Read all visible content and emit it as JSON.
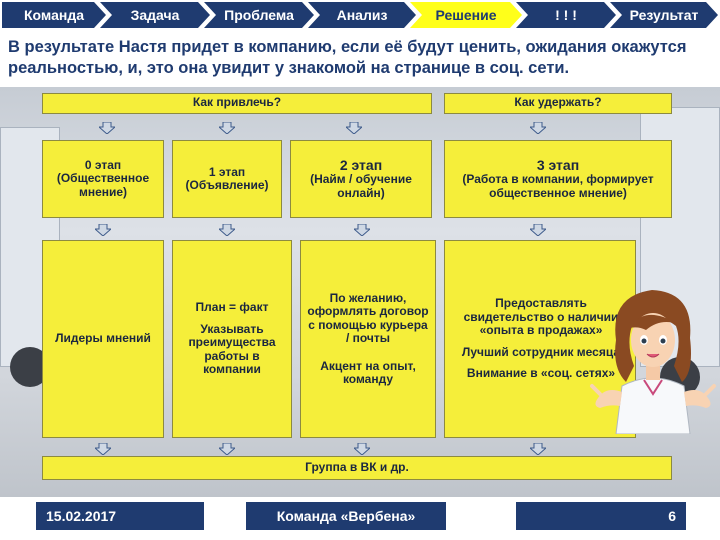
{
  "nav": {
    "steps": [
      {
        "label": "Команда"
      },
      {
        "label": "Задача"
      },
      {
        "label": "Проблема"
      },
      {
        "label": "Анализ"
      },
      {
        "label": "Решение",
        "active": true
      },
      {
        "label": "! ! !"
      },
      {
        "label": "Результат"
      }
    ]
  },
  "heading": "В результате Настя придет в компанию, если её будут ценить, ожидания окажутся реальностью, и, это она увидит у знакомой на странице в соц. сети.",
  "headers": {
    "attract": "Как привлечь?",
    "retain": "Как удержать?"
  },
  "stages": {
    "s0": {
      "line1": "0 этап",
      "line2": "(Общественное мнение)"
    },
    "s1": {
      "line1": "1 этап",
      "line2": "(Объявление)"
    },
    "s2": {
      "line1": "2 этап",
      "line2": "(Найм / обучение онлайн)"
    },
    "s3": {
      "line1": "3 этап",
      "line2": "(Работа в компании, формирует общественное мнение)"
    }
  },
  "details": {
    "c0": {
      "text": "Лидеры мнений"
    },
    "c1": {
      "p1": "План = факт",
      "p2": "Указывать преимущества работы в компании"
    },
    "c2": {
      "p1": "По желанию, оформлять договор с помощью курьера / почты",
      "p2": "Акцент на опыт, команду"
    },
    "c3": {
      "p1": "Предоставлять свидетельство о наличии «опыта в продажах»",
      "p2": "Лучший сотрудник месяца",
      "p3": "Внимание в «соц. сетях»"
    }
  },
  "bottom": "Группа в ВК и др.",
  "footer": {
    "date": "15.02.2017",
    "team": "Команда «Вербена»",
    "page": "6"
  },
  "colors": {
    "navy": "#1f3b70",
    "yellow_box": "#f5ee3a",
    "active_step": "#ffff1a",
    "arrow_fill": "#cfd8e4"
  }
}
